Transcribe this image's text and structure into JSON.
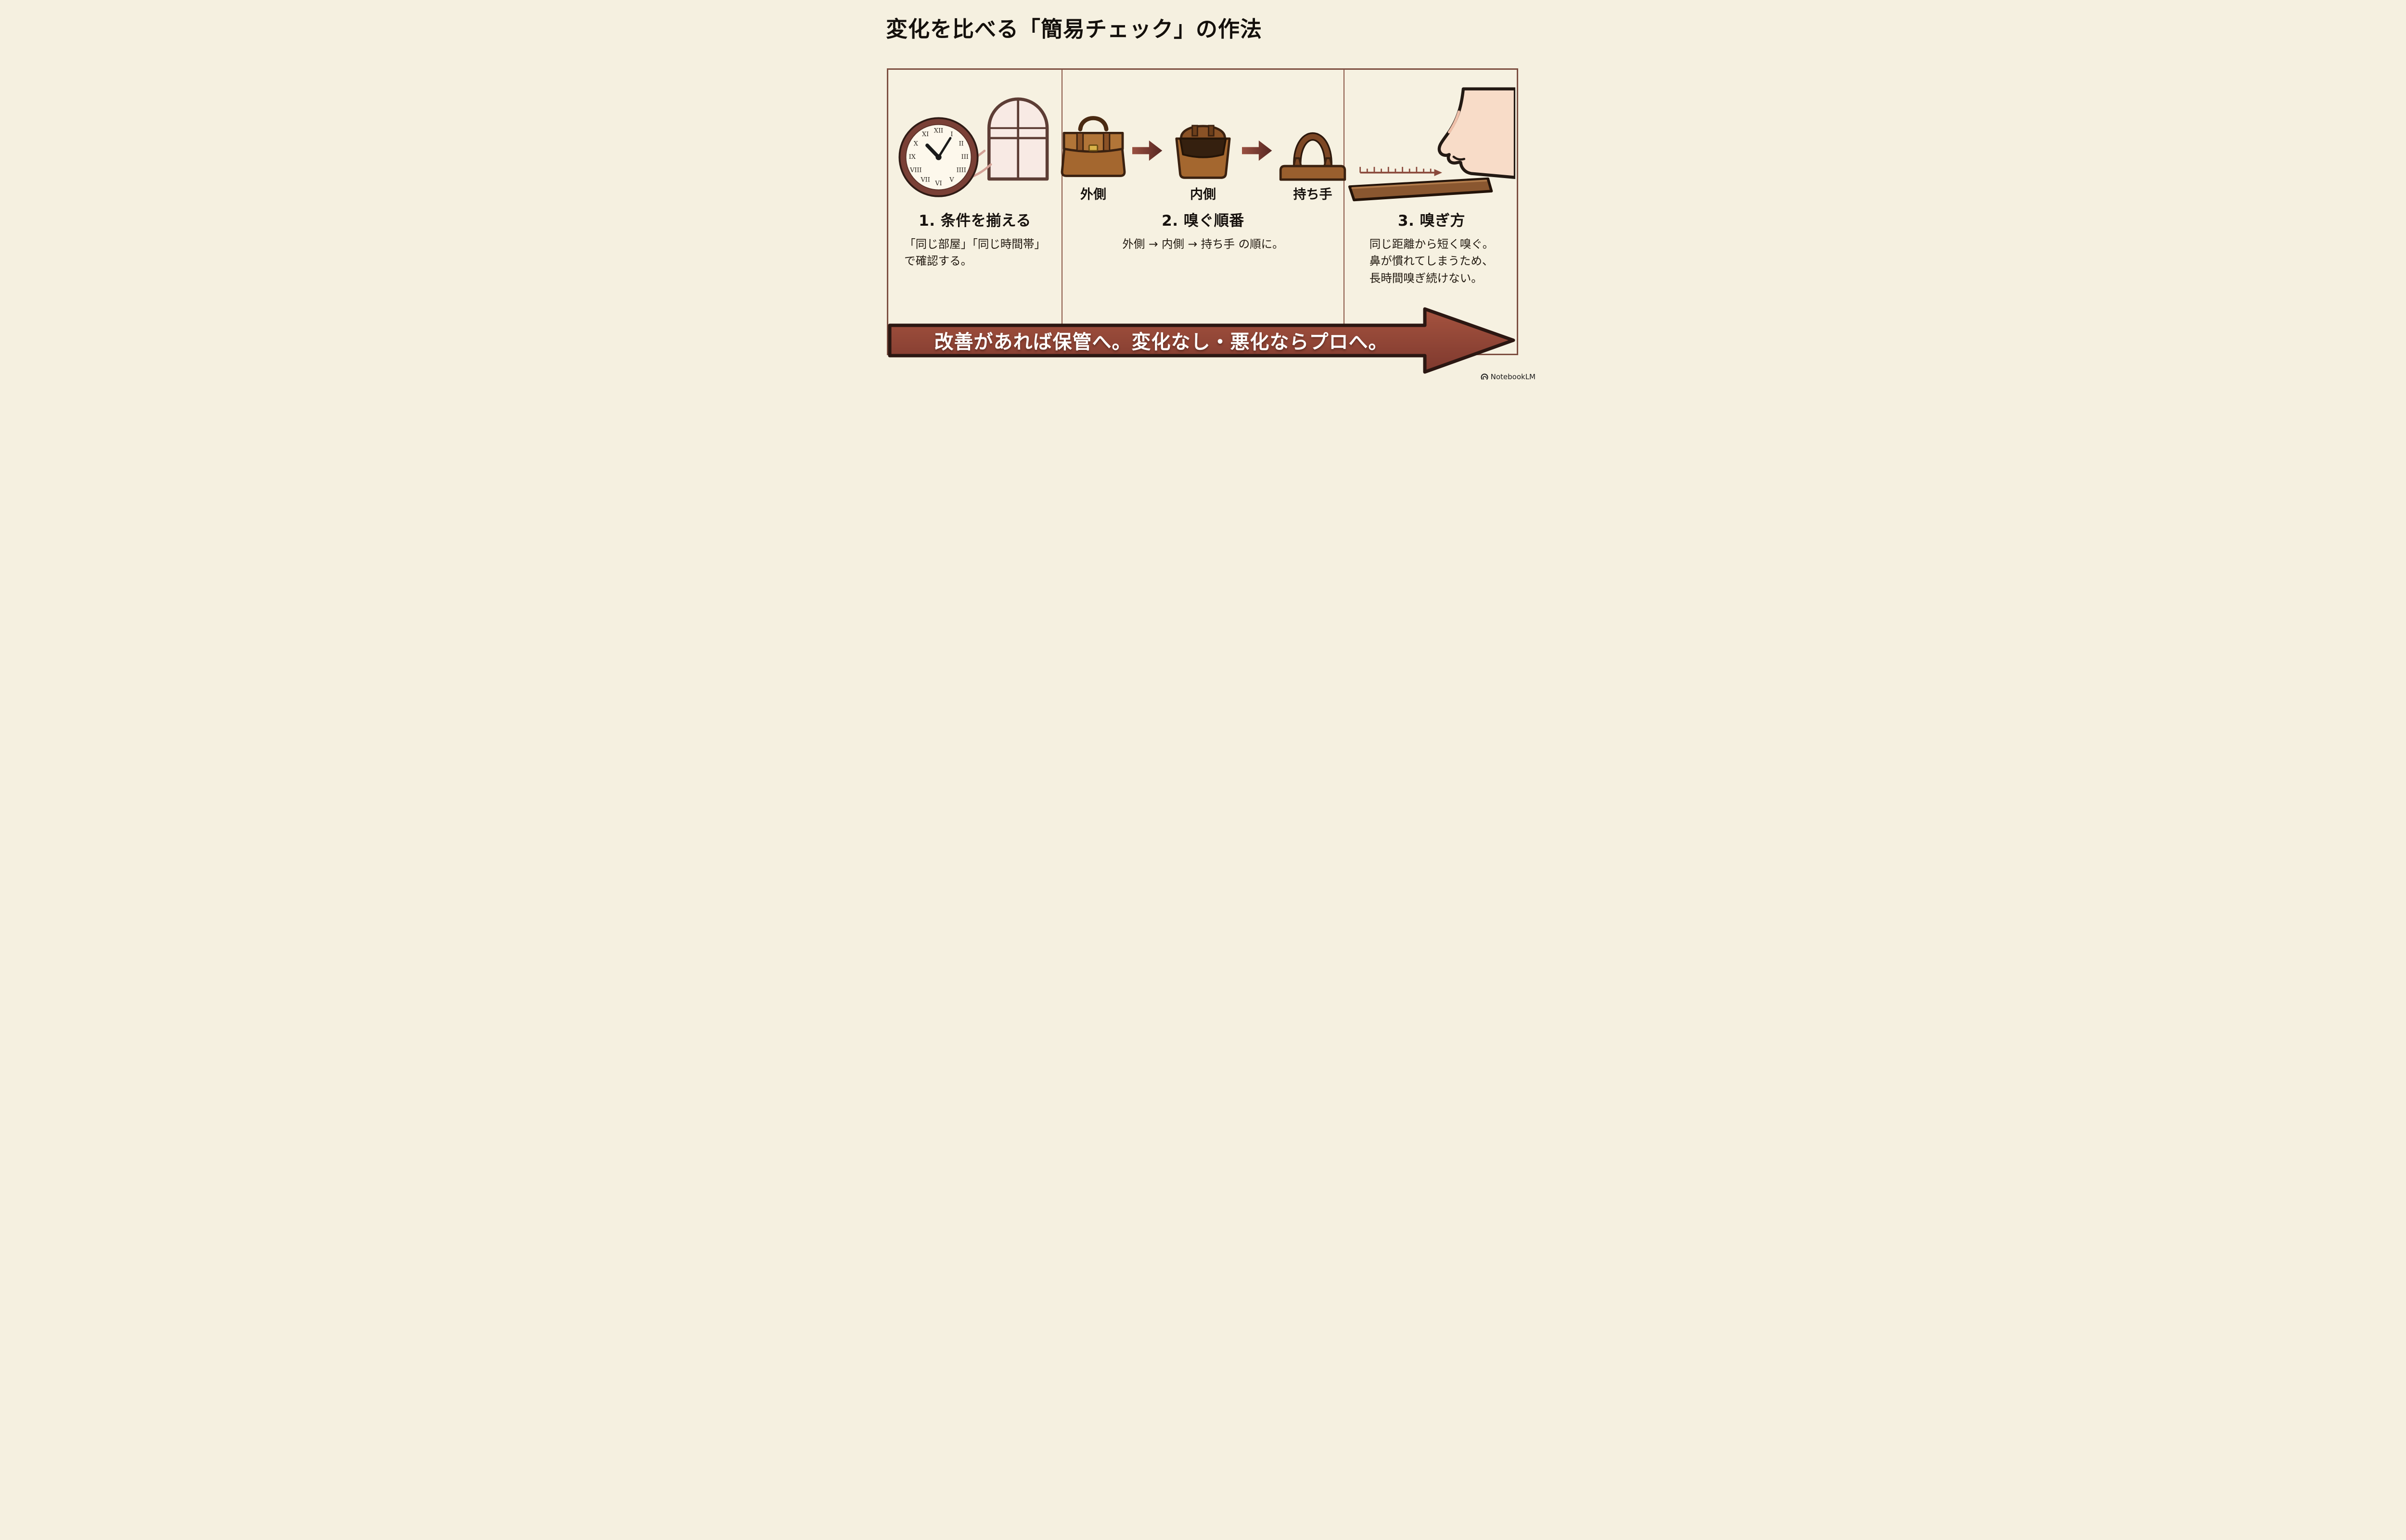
{
  "page": {
    "title": "変化を比べる「簡易チェック」の作法",
    "banner_text": "改善があれば保管へ。変化なし・悪化ならプロへ。",
    "watermark": "NotebookLM"
  },
  "steps": [
    {
      "heading": "1. 条件を揃える",
      "body_lines": [
        "「同じ部屋」「同じ時間帯」",
        "で確認する。"
      ]
    },
    {
      "heading": "2. 嗅ぐ順番",
      "body_lines": [
        "外側 → 内側 → 持ち手 の順に。"
      ],
      "bag_labels": [
        "外側",
        "内側",
        "持ち手"
      ]
    },
    {
      "heading": "3. 嗅ぎ方",
      "body_lines": [
        "同じ距離から短く嗅ぐ。",
        "鼻が慣れてしまうため、",
        "長時間嗅ぎ続けない。"
      ]
    }
  ],
  "clock_numerals": [
    "XII",
    "I",
    "II",
    "III",
    "IIII",
    "V",
    "VI",
    "VII",
    "VIII",
    "IX",
    "X",
    "XI"
  ],
  "colors": {
    "background": "#f5f0e0",
    "panel_border": "#7d4f41",
    "banner_fill": "#95483a",
    "banner_outline": "#2b1712",
    "leather": "#a4672f",
    "clock_ring": "#7a4036",
    "text": "#17120e",
    "banner_text": "#ffffff"
  }
}
